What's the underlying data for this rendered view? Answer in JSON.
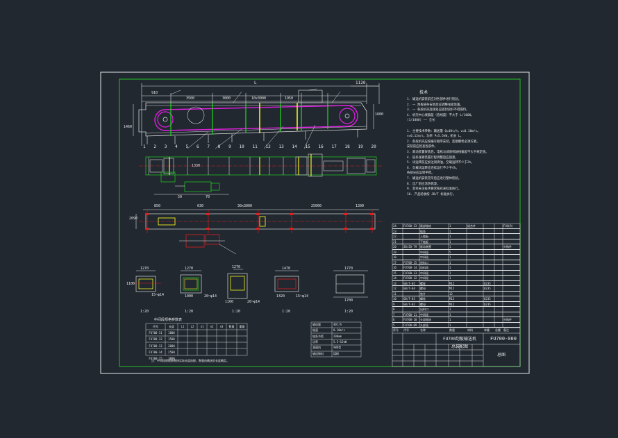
{
  "dims": {
    "L": "L",
    "d1120": "1120",
    "d910": "910",
    "d3500": "3500",
    "d3000": "3000",
    "d10x3000": "10x3000",
    "d1950": "1950",
    "d1460": "1460",
    "d1600": "1600",
    "d1330": "1330",
    "d850": "850",
    "d630": "630",
    "d30x3000": "30x3000",
    "d25000": "25000",
    "d1390": "1390",
    "d50": "50",
    "d70": "70",
    "d2090": "2090"
  },
  "part_numbers": [
    "1",
    "2",
    "3",
    "4",
    "5",
    "6",
    "7",
    "8",
    "9",
    "10",
    "11",
    "12",
    "13",
    "14",
    "15",
    "16",
    "17",
    "18",
    "19",
    "20"
  ],
  "sections": {
    "s1": {
      "w": "1270",
      "d1": "1100",
      "d2": "15~φ14",
      "scale": "1:20"
    },
    "s2": {
      "w": "1270",
      "d1": "1000",
      "d2": "20~φ14",
      "scale": "1:20"
    },
    "s3": {
      "w": "1270",
      "d1": "1100",
      "d2": "20~φ14",
      "scale": "1:20"
    },
    "s4": {
      "w": "1470",
      "d1": "1420",
      "d2": "15~φ14",
      "scale": "1:20"
    },
    "s5": {
      "w": "1770",
      "d1": "1700",
      "scale": "1:20"
    }
  },
  "tech_title": "技术",
  "tech_reqs": [
    "1. 输送机安装前应对各部件进行检验。",
    "2. 一 刮板链条安装后应调整张紧装置。",
    "3. 一 各段机壳连接处应密封良好不得漏料。",
    "4. 机壳中心线偏差（直线度）不大于 L/1000。",
    "(1/1000)  ——   全长",
    "",
    "1. 主要技术参数：输送量 Q=40t/h，v=0.10m/s。",
    "  v=0.12m/s，功率 P=5.5kW，机长 L。",
    "2. 各段机壳应按编号顺序安装，连接螺栓必须拧紧。",
    "  安装前应检查各部件。",
    "3. 驱动装置安装后，电机与减速机轴线偏差不大于规定值。",
    "4. 链条张紧装置行程调整后应锁紧。",
    "5. 试运转前应加注润滑油，空载运转不少于2h。",
    "6. 负载试运转应连续运行不少于4h。",
    "  各部分应运转平稳。",
    "7. 输送机安装完毕后应进行整体检验。",
    "8. 出厂前应涂防锈漆。",
    "9. 其余未注技术要求按有关标准执行。",
    "10. 产品验收按 JB/T 标准执行。"
  ],
  "bom_rows": [
    [
      "24",
      "FU700-23",
      "尾部链轮",
      "1",
      "组合件",
      "",
      "",
      "FU系列"
    ],
    [
      "23",
      "",
      "链条",
      "1",
      "",
      "",
      "",
      "",
      ""
    ],
    [
      "22",
      "",
      "上链板",
      "1",
      "",
      "",
      "",
      "",
      ""
    ],
    [
      "21",
      "",
      "下链板",
      "1",
      "",
      "",
      "",
      "",
      ""
    ],
    [
      "20",
      "JB/ZQ-79",
      "驱动装置",
      "1",
      "",
      "",
      "",
      "外购件"
    ],
    [
      "19",
      "",
      "中间段",
      "5",
      "",
      "",
      "",
      "",
      ""
    ],
    [
      "18",
      "",
      "中间段",
      "1",
      "",
      "",
      "",
      "",
      ""
    ],
    [
      "17",
      "FU700-15",
      "进料口",
      "1",
      "",
      "",
      "",
      "",
      ""
    ],
    [
      "16",
      "FU700-14",
      "加料段",
      "1",
      "",
      "",
      "",
      "",
      ""
    ],
    [
      "15",
      "FU700-13",
      "中间段",
      "1",
      "",
      "",
      "",
      "",
      ""
    ],
    [
      "14",
      "FU700-12",
      "中间段",
      "1",
      "",
      "",
      "",
      "",
      ""
    ],
    [
      "13",
      "GB/T-05",
      "螺栓",
      "M12",
      "",
      "Q235",
      "",
      "",
      ""
    ],
    [
      "12",
      "GB/T-04",
      "螺母",
      "M12",
      "",
      "Q235",
      "",
      "",
      ""
    ],
    [
      "11",
      "",
      "垫片",
      "12",
      "",
      "",
      "",
      "",
      ""
    ],
    [
      "10",
      "GB/T-03",
      "螺栓",
      "M12",
      "",
      "Q235",
      "",
      "",
      ""
    ],
    [
      "9",
      "GB/T-02",
      "螺母",
      "M12",
      "",
      "Q235",
      "",
      "",
      ""
    ],
    [
      "8",
      "",
      "出料口",
      "1",
      "",
      "",
      "",
      "",
      ""
    ],
    [
      "7",
      "FU700-11",
      "中间段",
      "1",
      "",
      "",
      "",
      "",
      ""
    ],
    [
      "6",
      "FU700-10",
      "头部链轮",
      "1",
      "",
      "",
      "",
      "外购件"
    ],
    [
      "5",
      "FU700-09",
      "头部段",
      "1",
      "",
      "",
      "",
      "",
      ""
    ]
  ],
  "bom_head": [
    "序号",
    "代号",
    "名称",
    "数量",
    "材料",
    "单重",
    "总重",
    "备注"
  ],
  "title_block": {
    "name_line1": "FU700刮板输送机",
    "name_line2": "总装配图",
    "drawing_no": "FU700-000",
    "org": "总图"
  },
  "spec_table": {
    "title": "中间段规格参数表",
    "head": [
      "代号",
      "长度",
      "L1",
      "L2",
      "n1",
      "n2",
      "n3",
      "数量",
      "重量"
    ],
    "rows": [
      [
        "FU700-11",
        "1000",
        "",
        "",
        "",
        "",
        "",
        "",
        ""
      ],
      [
        "FU700-12",
        "1500",
        "",
        "",
        "",
        "",
        "",
        "",
        ""
      ],
      [
        "FU700-13",
        "2000",
        "",
        "",
        "",
        "",
        "",
        "",
        ""
      ],
      [
        "FU700-14",
        "2500",
        "",
        "",
        "",
        "",
        "",
        "",
        ""
      ],
      [
        "FU700-15",
        "3000",
        "",
        "",
        "",
        "",
        "",
        "",
        ""
      ]
    ],
    "note": "注：中间段规格参数按实际长度选配，数量由输送机长度确定。"
  },
  "params": {
    "rows": [
      [
        "输送量",
        "40t/h"
      ],
      [
        "链速",
        "0.10m/s"
      ],
      [
        "链条节距",
        "200mm"
      ],
      [
        "功率",
        "5.5~15kW"
      ],
      [
        "减速机",
        "XWD型"
      ],
      [
        "输送物料",
        "煤粉"
      ]
    ]
  }
}
